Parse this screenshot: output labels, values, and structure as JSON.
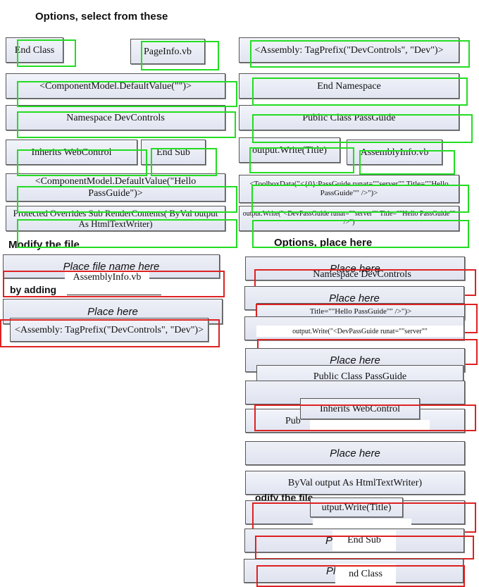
{
  "headings": {
    "options_select": "Options, select from these",
    "modify_file": "Modify the file",
    "options_place": "Options, place here",
    "by_adding": "by adding",
    "modify_file_right": "odify the file"
  },
  "options": [
    "End Class",
    "PageInfo.vb",
    "<Assembly: TagPrefix(\"DevControls\", \"Dev\")>",
    "<ComponentModel.DefaultValue(\"\")>",
    "End Namespace",
    "Namespace DevControls",
    "Public Class PassGuide",
    "Inherits WebControl",
    "End Sub",
    "output.Write(Title)",
    "AssemblyInfo.vb",
    "<ComponentModel.DefaultValue(\"Hello PassGuide\")>",
    "<ToolboxData(\"<{0}:PassGuide runat=\"\"server\"\" Title=\"\"Hello PassGuide\"\" />\")>",
    "Protected Overrides Sub RenderContents( ByVal output As HtmlTextWriter)",
    "output.Write(\"<DevPassGuide runat=\"\"server\"\" Title=\"\"Hello PassGuide\"\" />\")"
  ],
  "slots": {
    "placeholder_file": "Place file name here",
    "placeholder": "Place here"
  },
  "placed": {
    "assembly_file": "AssemblyInfo.vb",
    "assembly_line": "<Assembly: TagPrefix(\"DevControls\", \"Dev\")>",
    "namespace": "Namespace DevControls",
    "toolbox_title": "Title=\"\"Hello PassGuide\"\" />\")>",
    "output_write_partial": "output.Write(\"<DevPassGuide runat=\"\"server\"\"",
    "public_class": "Public Class PassGuide",
    "pub_partial": "Pub",
    "inherits": "Inherits WebControl",
    "byval": "ByVal output As HtmlTextWriter)",
    "output_title": "utput.Write(Title)",
    "end_sub": "End Sub",
    "end_class": "nd Class",
    "p_partial": "P",
    "pl_partial": "Pl"
  }
}
